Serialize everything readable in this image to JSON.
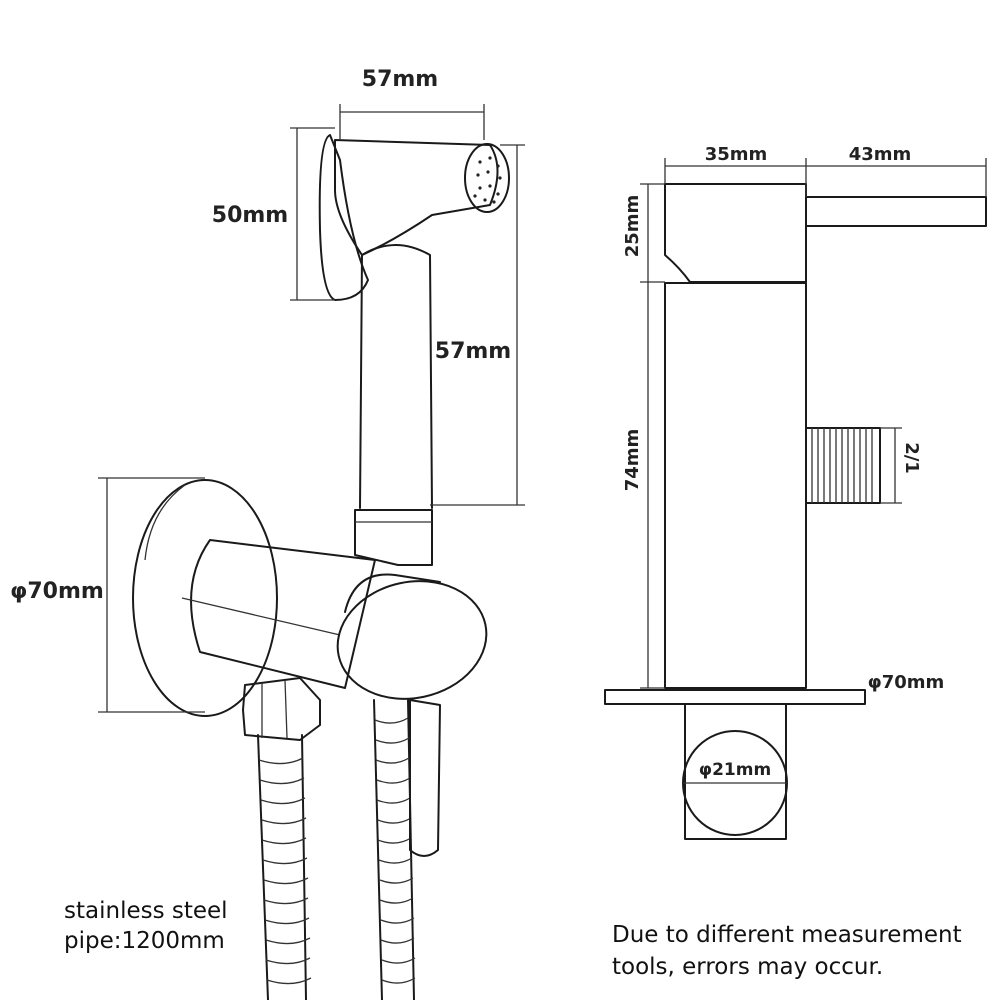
{
  "labels": {
    "spray_width": "57mm",
    "spray_height": "50mm",
    "holder_length": "57mm",
    "plate_diameter": "φ70mm",
    "hose": [
      "stainless steel",
      "pipe:1200mm"
    ],
    "body_width": "35mm",
    "lever_length": "43mm",
    "top_height": "25mm",
    "body_height": "74mm",
    "thread": "2/1",
    "side_plate_diameter": "φ70mm",
    "outlet_diameter": "φ21mm"
  },
  "note": [
    "Due to different measurement",
    "tools, errors may occur."
  ]
}
